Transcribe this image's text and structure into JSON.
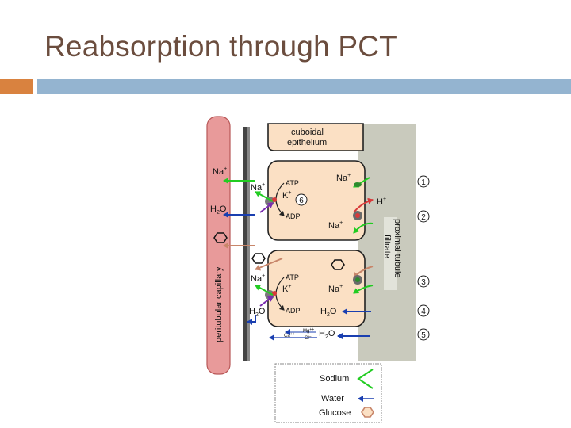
{
  "slide": {
    "title": "Reabsorption through PCT"
  },
  "diagram": {
    "top_label_1": "cuboidal",
    "top_label_2": "epithelium",
    "capillary_label": "peritubular capillary",
    "filtrate_label_1": "proximal tubule",
    "filtrate_label_2": "filtrate",
    "steps": [
      "1",
      "2",
      "3",
      "4",
      "5",
      "6"
    ],
    "ion_na": "Na",
    "ion_k": "K",
    "ion_h": "H",
    "charge_plus": "+",
    "atp": "ATP",
    "adp": "ADP",
    "water_h": "H",
    "water_2": "2",
    "water_o": "O",
    "junction_mg": "Mg",
    "junction_ca": "Ca",
    "junction_cl": "Cl",
    "charge_2plus": "++",
    "charge_minus": "–"
  },
  "legend": {
    "sodium": "Sodium",
    "water": "Water",
    "glucose": "Glucose"
  },
  "colors": {
    "sodium": "#22cc22",
    "water": "#1a3fb0",
    "glucose": "#c8866a",
    "potassium": "#7a2db0",
    "hydrogen": "#d83a3a",
    "cell": "#fbe0c4",
    "filtrate": "#c9cabd",
    "capillary": "#e89a9a"
  }
}
